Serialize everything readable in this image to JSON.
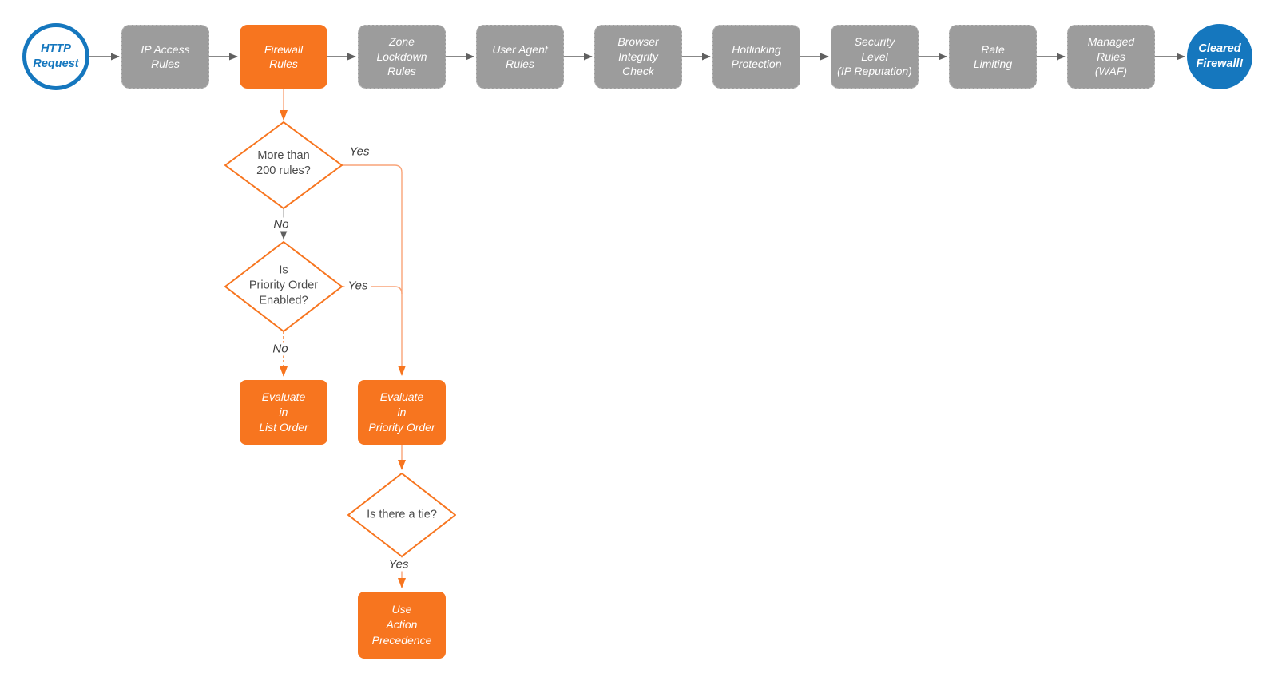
{
  "theme": {
    "orange": "#F7751F",
    "salmon": "#F9A478",
    "gray": "#9C9C9C",
    "blue": "#1577BE",
    "line_dark": "#606060"
  },
  "flow": {
    "start": {
      "label": "HTTP\nRequest"
    },
    "steps": [
      {
        "label": "IP Access\nRules"
      },
      {
        "label": "Firewall\nRules"
      },
      {
        "label": "Zone\nLockdown\nRules"
      },
      {
        "label": "User Agent\nRules"
      },
      {
        "label": "Browser\nIntegrity\nCheck"
      },
      {
        "label": "Hotlinking\nProtection"
      },
      {
        "label": "Security\nLevel\n(IP Reputation)"
      },
      {
        "label": "Rate\nLimiting"
      },
      {
        "label": "Managed\nRules\n(WAF)"
      }
    ],
    "end": {
      "label": "Cleared\nFirewall!"
    },
    "decisions": [
      {
        "label": "More than\n200 rules?",
        "yes": "Yes",
        "no": "No"
      },
      {
        "label": "Is\nPriority Order\nEnabled?",
        "yes": "Yes",
        "no": "No"
      },
      {
        "label": "Is there a tie?",
        "yes": "Yes"
      }
    ],
    "outcomes": [
      {
        "label": "Evaluate\nin\nList Order"
      },
      {
        "label": "Evaluate\nin\nPriority Order"
      },
      {
        "label": "Use\nAction\nPrecedence"
      }
    ]
  }
}
